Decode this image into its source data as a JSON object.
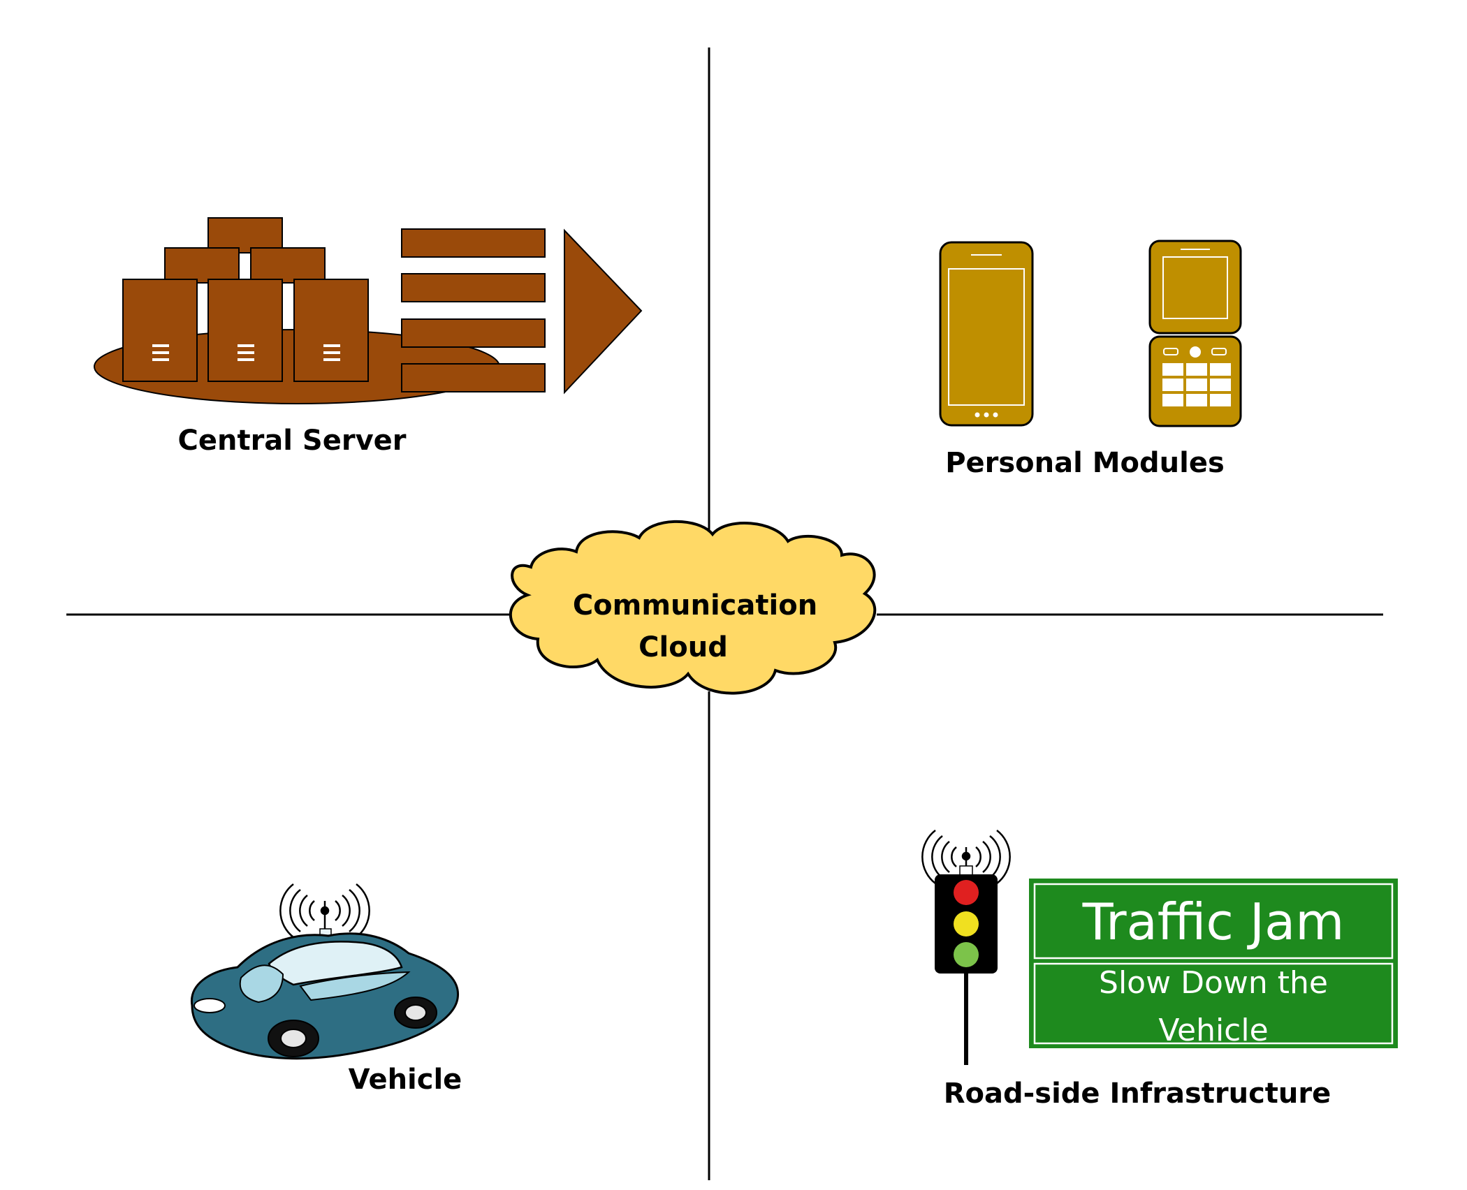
{
  "labels": {
    "central_server": "Central Server",
    "personal_modules": "Personal Modules",
    "communication_cloud_line1": "Communication",
    "communication_cloud_line2": "Cloud",
    "vehicle": "Vehicle",
    "roadside_infrastructure": "Road-side Infrastructure"
  },
  "sign": {
    "title": "Traffic Jam",
    "message_line1": "Slow Down the",
    "message_line2": "Vehicle"
  },
  "colors": {
    "server_brown": "#9A4A0A",
    "phone_gold": "#BF8F00",
    "cloud_yellow": "#FFD966",
    "sign_green": "#1E8A1E",
    "car_teal": "#2E6E83",
    "light_red": "#E02020",
    "light_yellow": "#F0E020",
    "light_green": "#7CC34A"
  },
  "icons": {
    "server": "server-stack-icon",
    "arrow": "data-flow-arrow-icon",
    "smartphone": "smartphone-icon",
    "flip_phone": "flip-phone-icon",
    "car": "connected-car-icon",
    "traffic_light": "traffic-light-icon",
    "antenna": "wireless-antenna-icon",
    "cloud": "cloud-icon"
  }
}
